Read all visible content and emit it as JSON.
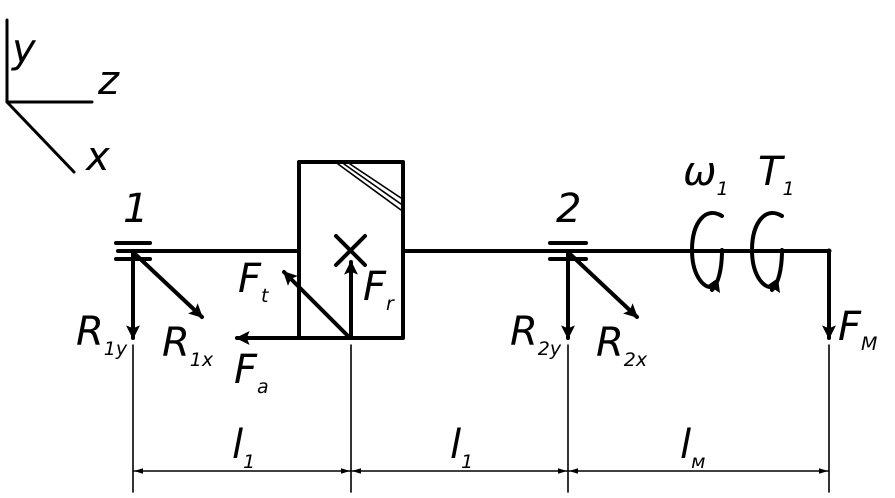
{
  "axes": {
    "y": "y",
    "z": "z",
    "x": "x"
  },
  "supports": {
    "left": "1",
    "right": "2"
  },
  "forces": {
    "Ft": {
      "main": "F",
      "sub": "t"
    },
    "Fr": {
      "main": "F",
      "sub": "r"
    },
    "Fa": {
      "main": "F",
      "sub": "a"
    },
    "R1y": {
      "main": "R",
      "sub": "1y"
    },
    "R1x": {
      "main": "R",
      "sub": "1x"
    },
    "R2y": {
      "main": "R",
      "sub": "2y"
    },
    "R2x": {
      "main": "R",
      "sub": "2x"
    },
    "FM": {
      "main": "F",
      "sub": "M"
    }
  },
  "rotation": {
    "omega": {
      "main": "ω",
      "sub": "1"
    },
    "torque": {
      "main": "T",
      "sub": "1"
    }
  },
  "dimensions": {
    "d1": {
      "main": "l",
      "sub": "1"
    },
    "d2": {
      "main": "l",
      "sub": "1"
    },
    "d3": {
      "main": "l",
      "sub": "м"
    }
  }
}
